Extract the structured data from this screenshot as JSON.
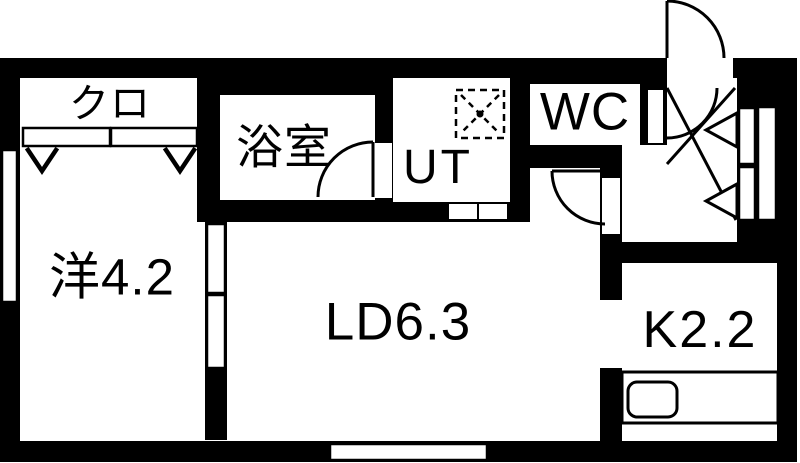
{
  "plan_type": "apartment-floor-plan",
  "rooms": [
    {
      "id": "closet",
      "label": "クロ"
    },
    {
      "id": "bathroom",
      "label": "浴室"
    },
    {
      "id": "utility",
      "label": "UT"
    },
    {
      "id": "toilet",
      "label": "WC"
    },
    {
      "id": "western-room",
      "label": "洋4.2"
    },
    {
      "id": "living-dining",
      "label": "LD6.3"
    },
    {
      "id": "kitchen",
      "label": "K2.2"
    }
  ],
  "fixtures": [
    "entry-door-swing",
    "hall-to-living-door-swing",
    "bathroom-door-swing",
    "entrance-storage-cross",
    "shoe-cabinet",
    "closet-sliding-doors",
    "closet-hanger-marks",
    "western-room-sliding-doors",
    "utility-sliding-doors",
    "washing-machine-pan",
    "kitchen-counter",
    "kitchen-sink",
    "window-left",
    "window-bottom"
  ],
  "colors": {
    "wall": "#000000",
    "floor": "#ffffff",
    "line": "#000000"
  }
}
